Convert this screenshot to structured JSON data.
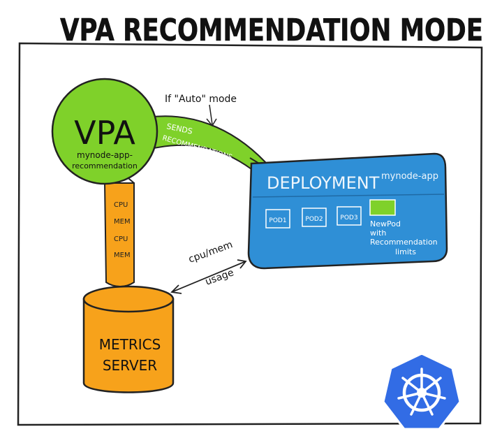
{
  "title": "VPA RECOMMENDATION MODE",
  "vpa": {
    "label": "VPA",
    "sublabel_1": "mynode-app-",
    "sublabel_2": "recommendation"
  },
  "arrow_vpa_deploy": {
    "condition": "If \"Auto\" mode",
    "line1": "SENDS",
    "line2": "RECOMMENDATIONS"
  },
  "deployment": {
    "label": "DEPLOYMENT",
    "name": "mynode-app",
    "pods": [
      "POD1",
      "POD2",
      "POD3"
    ],
    "new_pod_line1": "NewPod",
    "new_pod_line2": "with",
    "new_pod_line3": "Recommendation",
    "new_pod_line4": "limits"
  },
  "pipe": {
    "lines": [
      "CPU",
      "MEM",
      "CPU",
      "MEM"
    ]
  },
  "usage": {
    "line1": "cpu/mem",
    "line2": "usage"
  },
  "metrics": {
    "line1": "METRICS",
    "line2": "SERVER"
  },
  "logo": {
    "icon": "kubernetes-helm-wheel-icon"
  },
  "colors": {
    "vpa_green": "#7fd12a",
    "deploy_blue": "#2f8fd6",
    "metrics_orange": "#f7a21b",
    "k8s_blue": "#326ce5"
  }
}
